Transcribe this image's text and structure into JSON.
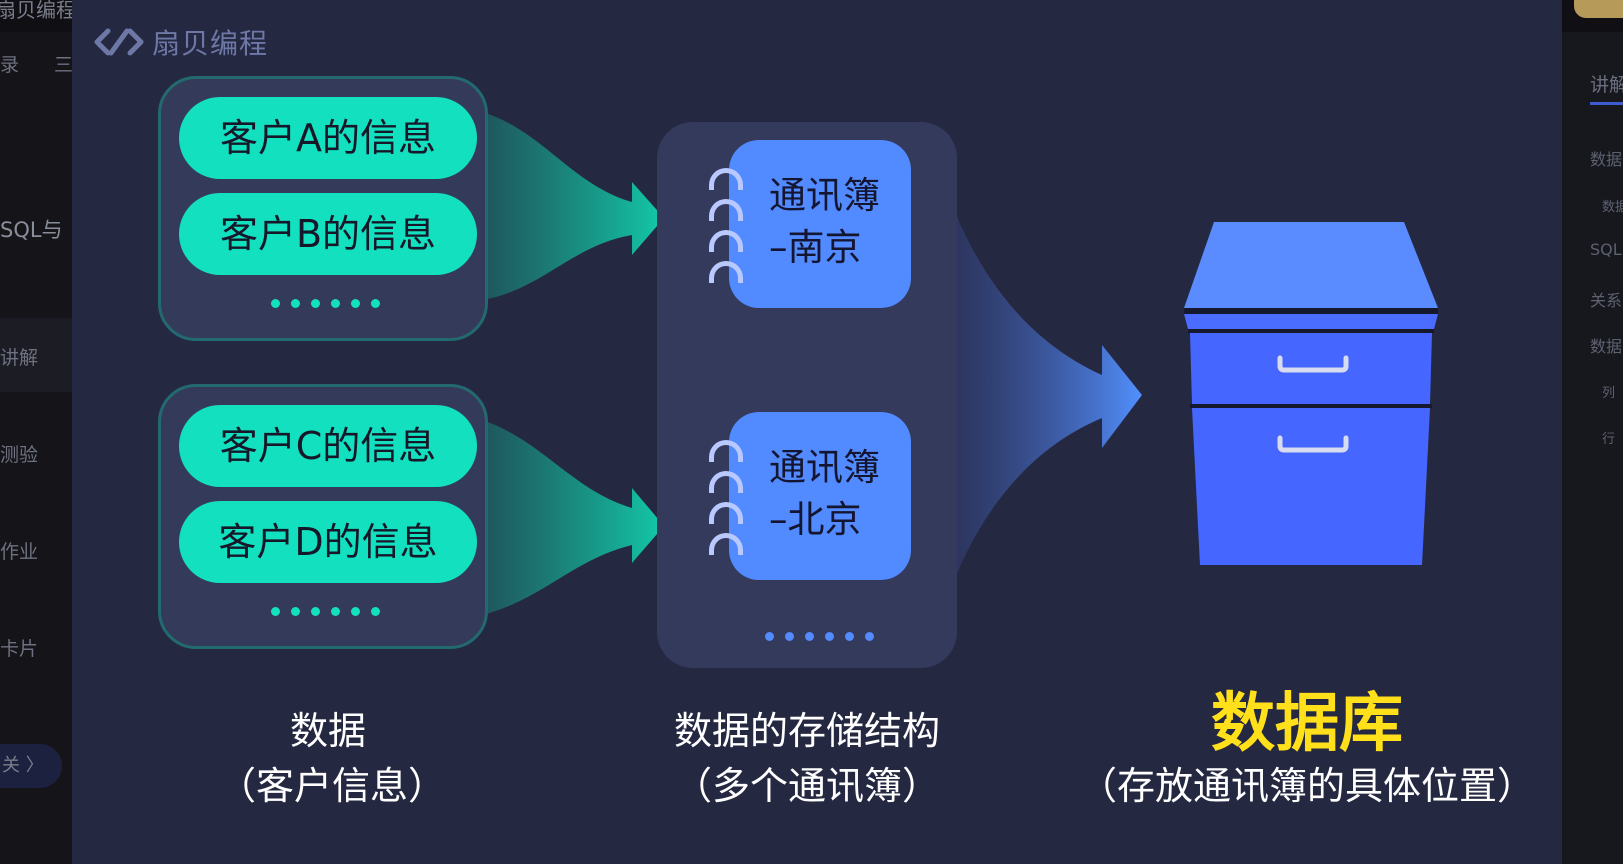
{
  "background_app": {
    "top_left_title": "扇贝编程",
    "sidebar": [
      "录",
      "三",
      "SQL与",
      "讲解",
      "测验",
      "作业",
      "卡片"
    ],
    "sidebar_button": "关 〉",
    "right_panel": [
      "讲解",
      "数据",
      "数据",
      "SQL",
      "关系",
      "数据",
      "列",
      "行"
    ]
  },
  "slide": {
    "logo_text": "扇贝编程",
    "groups": [
      {
        "items": [
          "客户A的信息",
          "客户B的信息"
        ],
        "ellipsis": "••••••"
      },
      {
        "items": [
          "客户C的信息",
          "客户D的信息"
        ],
        "ellipsis": "••••••"
      }
    ],
    "books": [
      {
        "line1": "通讯簿",
        "line2": "–南京"
      },
      {
        "line1": "通讯簿",
        "line2": "–北京"
      }
    ],
    "books_ellipsis": "••••••",
    "captions": {
      "data_title": "数据",
      "data_sub": "（客户信息）",
      "structure_title": "数据的存储结构",
      "structure_sub": "（多个通讯簿）",
      "db_title": "数据库",
      "db_sub": "（存放通讯簿的具体位置）"
    },
    "colors": {
      "slide_bg": "#252841",
      "teal": "#13e0bf",
      "book_blue": "#528aff",
      "cabinet_blue": "#4567ff",
      "db_title_yellow": "#ffe01a"
    }
  }
}
